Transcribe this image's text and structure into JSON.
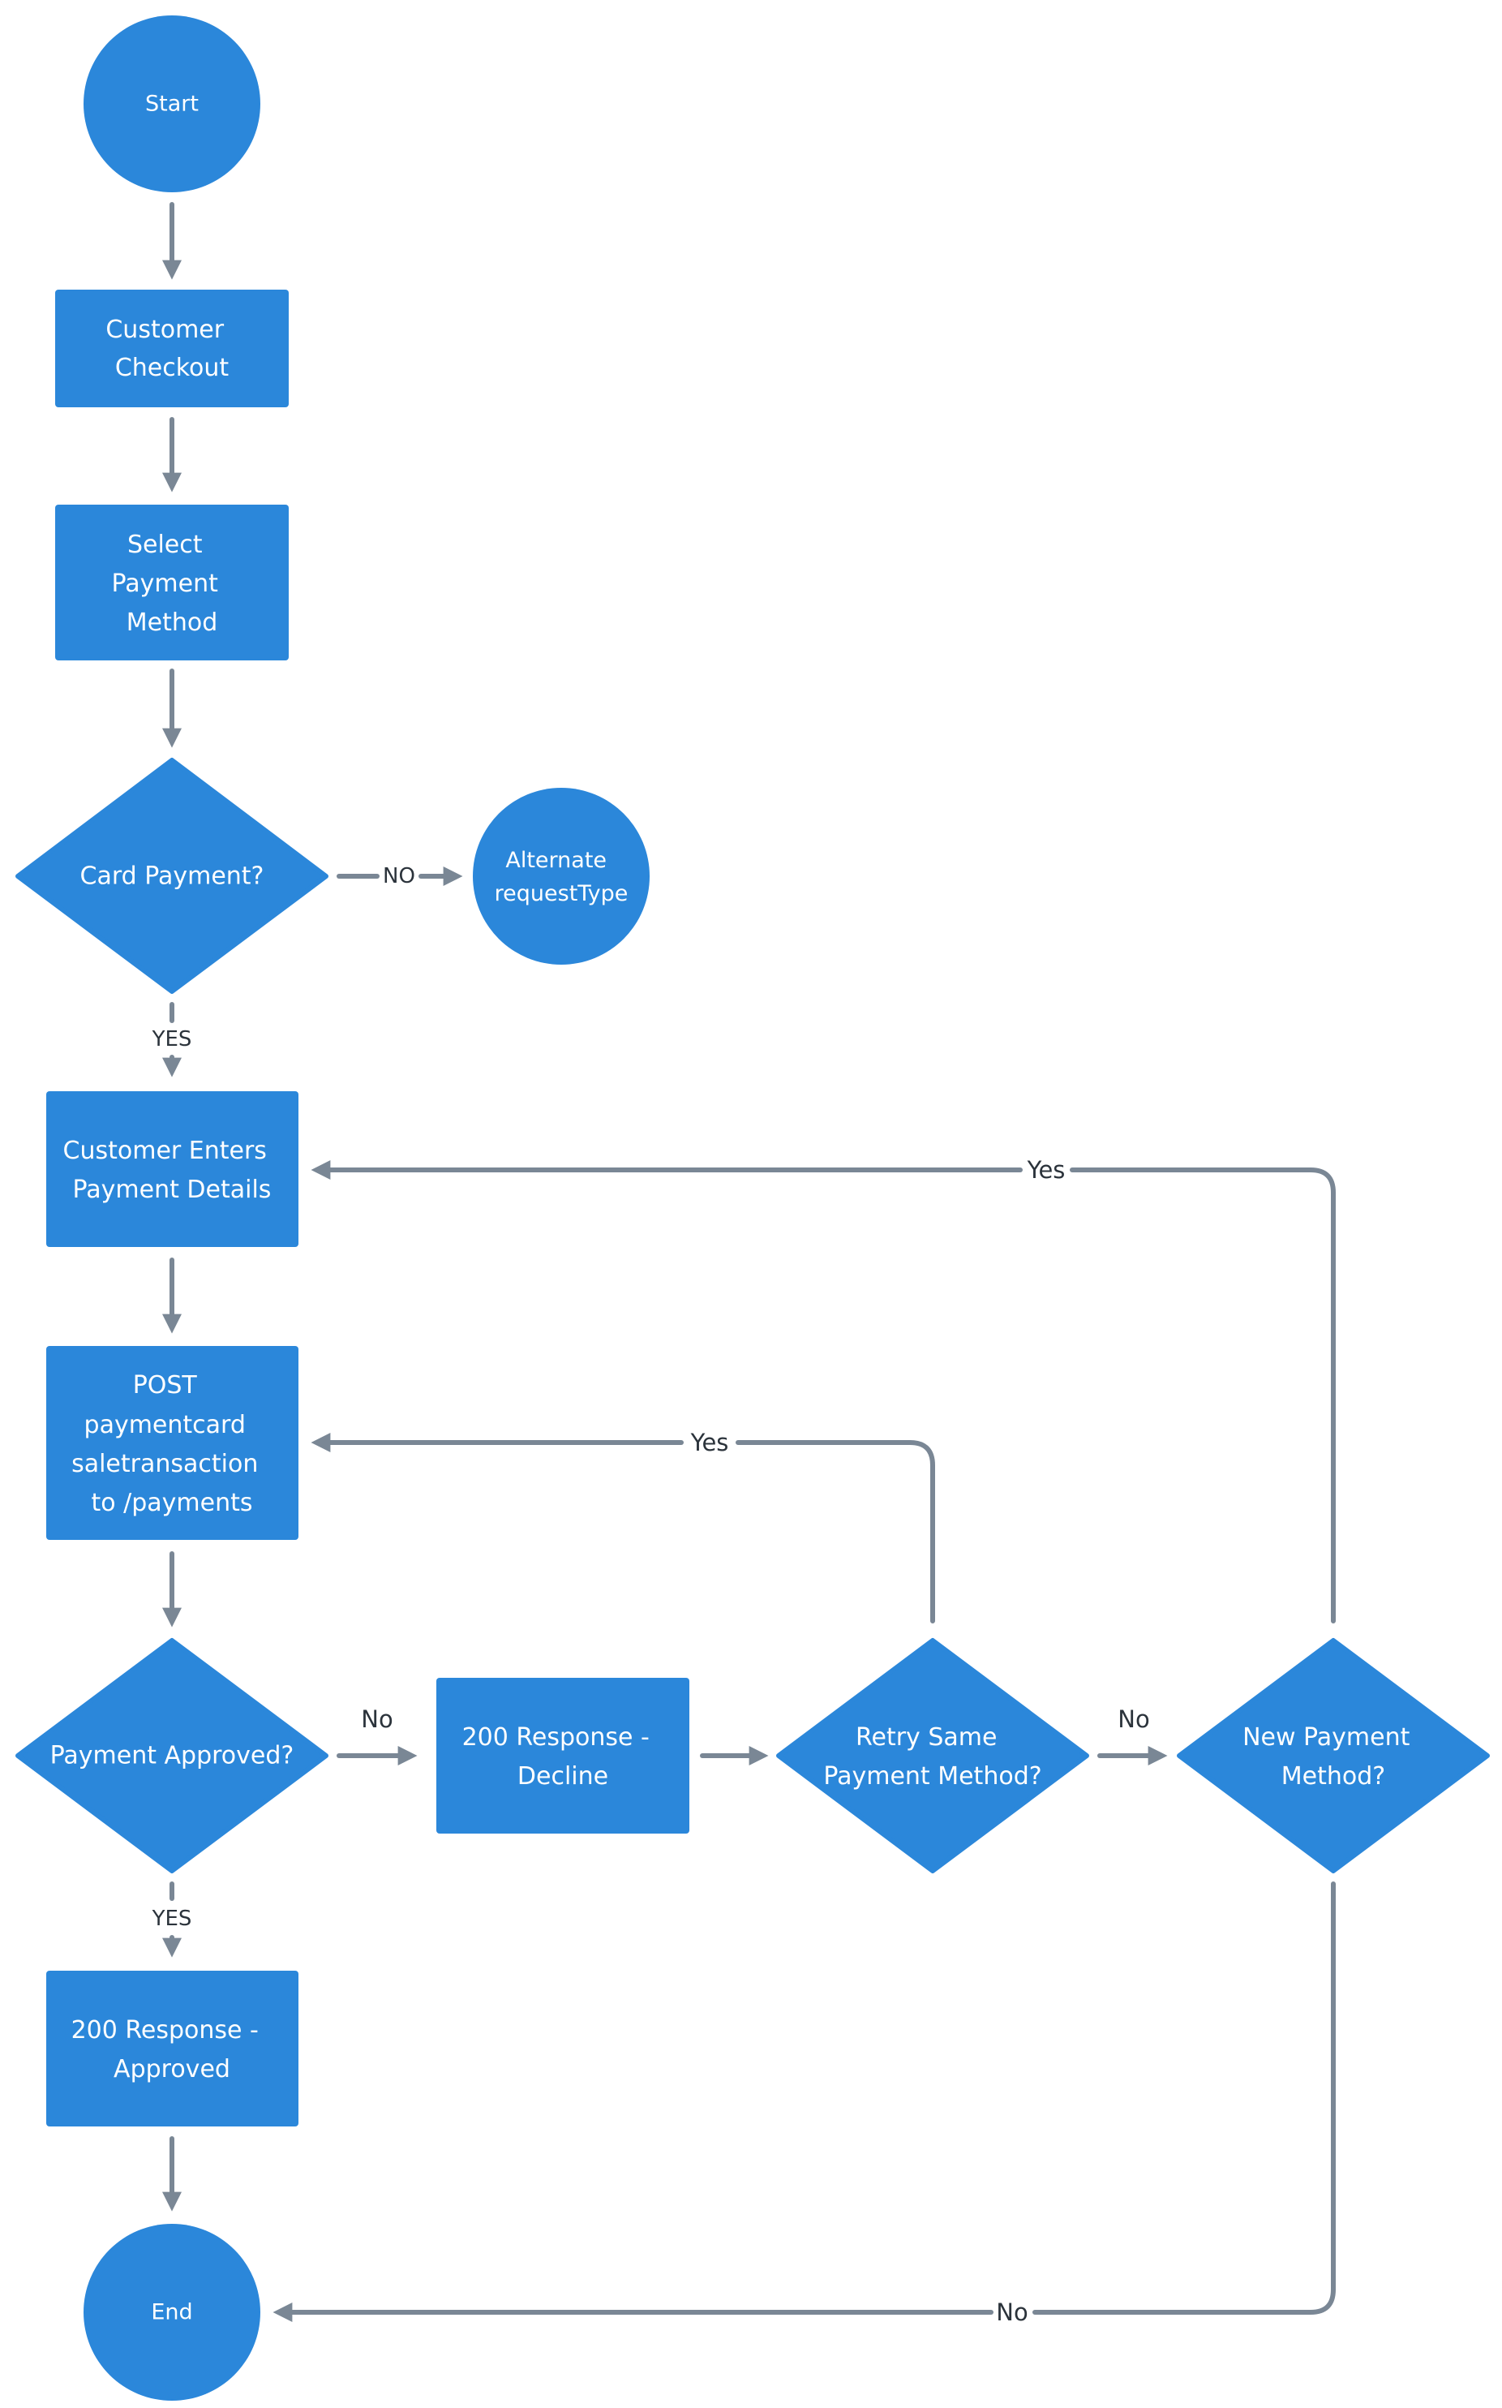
{
  "colors": {
    "node_fill": "#2b87da",
    "edge": "#7a8795",
    "label_text": "#2b333b",
    "node_text": "#ffffff",
    "background": "#ffffff"
  },
  "nodes": {
    "start": {
      "shape": "circle",
      "label": "Start"
    },
    "customer_checkout": {
      "shape": "rectangle",
      "lines": [
        "Customer",
        "Checkout"
      ]
    },
    "select_payment_method": {
      "shape": "rectangle",
      "lines": [
        "Select",
        "Payment",
        "Method"
      ]
    },
    "card_payment": {
      "shape": "diamond",
      "label": "Card Payment?"
    },
    "alternate_request_type": {
      "shape": "circle",
      "lines": [
        "Alternate",
        "requestType"
      ]
    },
    "customer_enters_payment_details": {
      "shape": "rectangle",
      "lines": [
        "Customer Enters",
        "Payment Details"
      ]
    },
    "post_payment": {
      "shape": "rectangle",
      "lines": [
        "POST",
        "paymentcard",
        "saletransaction",
        "to /payments"
      ]
    },
    "payment_approved": {
      "shape": "diamond",
      "label": "Payment Approved?"
    },
    "response_decline": {
      "shape": "rectangle",
      "lines": [
        "200 Response -",
        "Decline"
      ]
    },
    "retry_same_method": {
      "shape": "diamond",
      "lines": [
        "Retry Same",
        "Payment Method?"
      ]
    },
    "new_payment_method": {
      "shape": "diamond",
      "lines": [
        "New Payment",
        "Method?"
      ]
    },
    "response_approved": {
      "shape": "rectangle",
      "lines": [
        "200 Response -",
        "Approved"
      ]
    },
    "end": {
      "shape": "circle",
      "label": "End"
    }
  },
  "edges": {
    "card_no": "NO",
    "card_yes": "YES",
    "approved_no": "No",
    "approved_yes": "YES",
    "retry_no": "No",
    "retry_yes": "Yes",
    "new_method_yes": "Yes",
    "new_method_no": "No"
  }
}
